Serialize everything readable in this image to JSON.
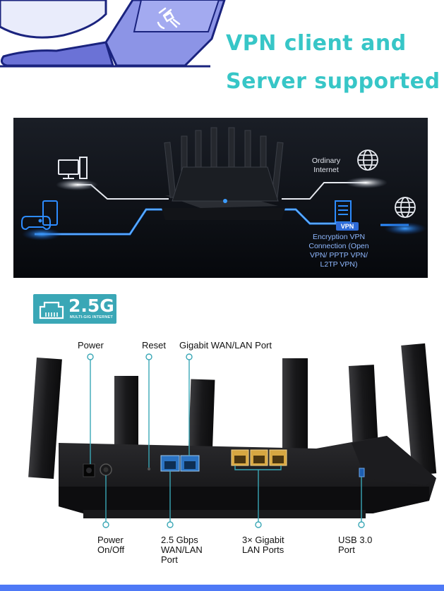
{
  "headline": {
    "line1": "VPN client and",
    "line2": "Server supported"
  },
  "vpn_diagram": {
    "ordinary_internet": "Ordinary\nInternet",
    "vpn_tag": "VPN",
    "encryption_text": "Encryption VPN\nConnection (Open\nVPN/ PPTP VPN/\nL2TP VPN)",
    "accent_color": "#2d8cff"
  },
  "badge": {
    "value": "2.5G",
    "subtitle": "MULTI-GIG INTERNET",
    "icon": "ethernet-port-icon",
    "color": "#3aa7b6"
  },
  "router_labels": {
    "top": {
      "power": "Power",
      "reset": "Reset",
      "gigabit_wan_lan": "Gigabit WAN/LAN Port"
    },
    "bottom": {
      "power_onoff": "Power\nOn/Off",
      "wan_2_5": "2.5 Gbps\nWAN/LAN\nPort",
      "lan_ports": "3× Gigabit\nLAN Ports",
      "usb": "USB 3.0\nPort"
    }
  },
  "colors": {
    "headline": "#37c6c7",
    "leader_line": "#3aa7b6",
    "bottom_bar": "#4e79f6"
  }
}
